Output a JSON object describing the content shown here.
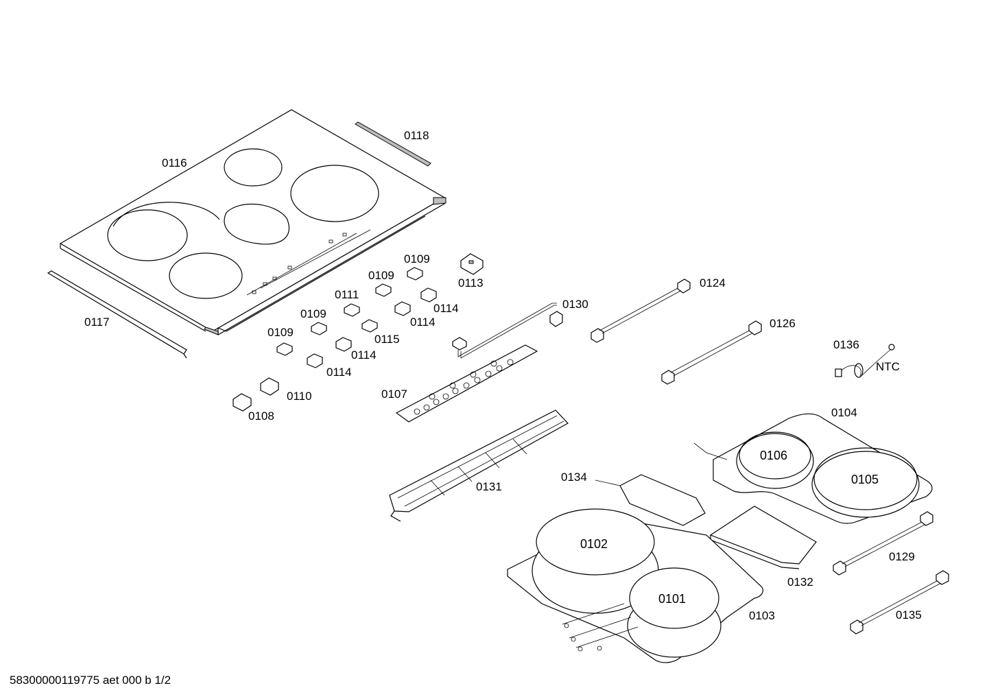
{
  "footer": "58300000119775 aet 000 b 1/2",
  "labels": {
    "p0116": "0116",
    "p0118": "0118",
    "p0117": "0117",
    "p0109a": "0109",
    "p0109b": "0109",
    "p0109c": "0109",
    "p0109d": "0109",
    "p0113": "0113",
    "p0111": "0111",
    "p0114a": "0114",
    "p0114b": "0114",
    "p0114c": "0114",
    "p0114d": "0114",
    "p0115": "0115",
    "p0110": "0110",
    "p0108": "0108",
    "p0130": "0130",
    "p0124": "0124",
    "p0126": "0126",
    "p0136": "0136",
    "ntc": "NTC",
    "p0107": "0107",
    "p0104": "0104",
    "p0106": "0106",
    "p0105": "0105",
    "p0131": "0131",
    "p0134": "0134",
    "p0102": "0102",
    "p0129": "0129",
    "p0132": "0132",
    "p0101": "0101",
    "p0103": "0103",
    "p0135": "0135"
  }
}
